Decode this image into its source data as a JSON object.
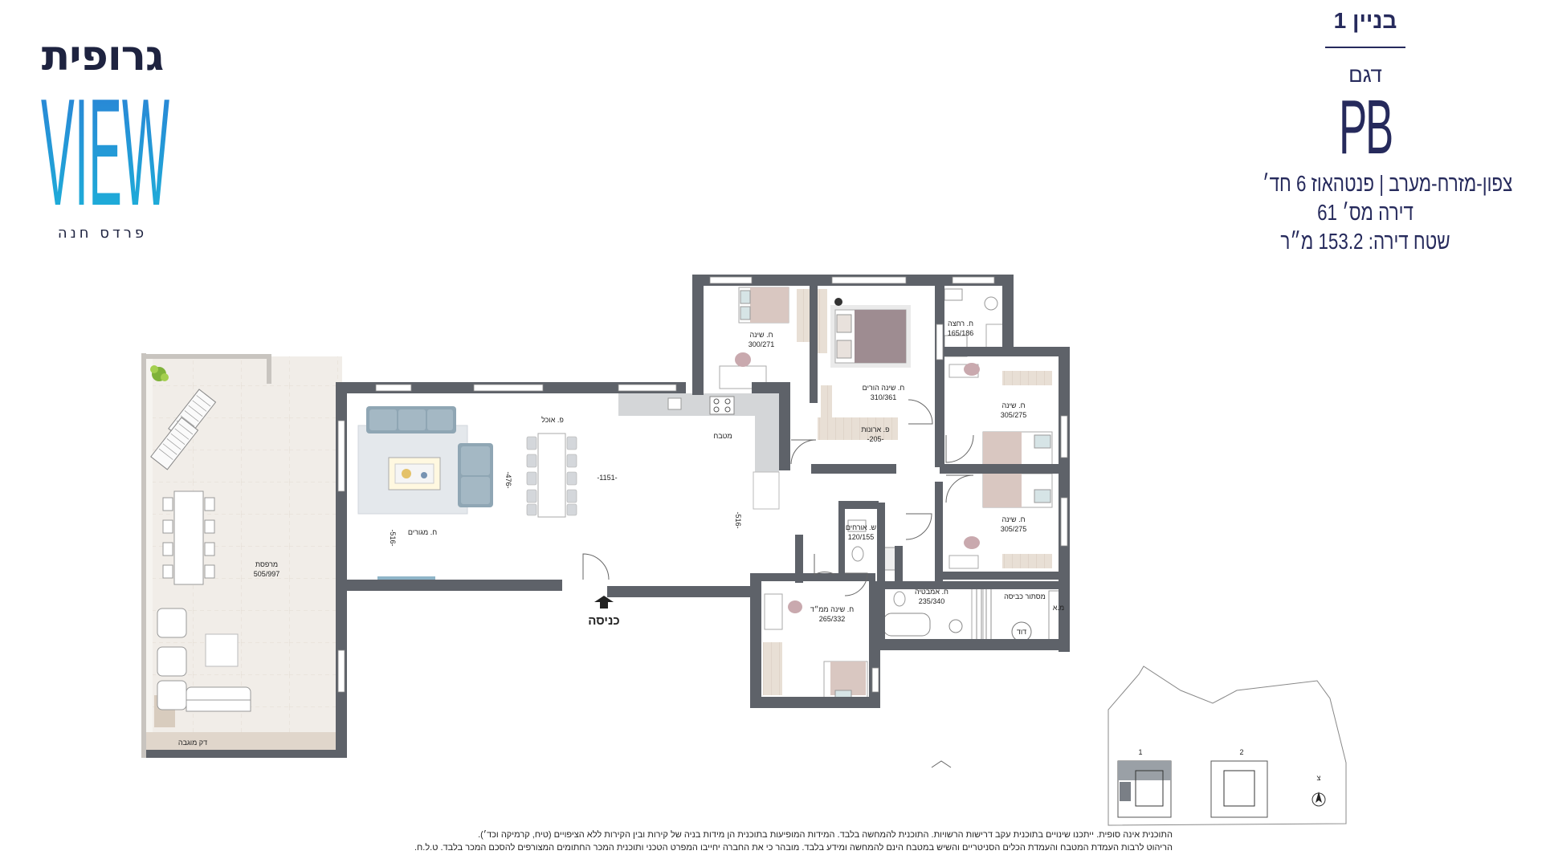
{
  "logo": {
    "brand_he": "גרופית",
    "brand_en": "VIEW",
    "subtitle": "פרדס חנה",
    "brand_gradient": [
      "#1bb5d8",
      "#2c7fd6"
    ]
  },
  "header": {
    "building": "בניין 1",
    "model_label": "דגם",
    "model_code": "PB",
    "direction": "צפון-מזרח-מערב | פנטהאוז 6 חד׳",
    "apartment": "דירה מס׳ 61",
    "area": "שטח דירה: 153.2 מ״ר",
    "color": "#262a5c"
  },
  "rooms": {
    "bed1": {
      "name": "ח. שינה",
      "dim": "300/271"
    },
    "master": {
      "name": "ח. שינה הורים",
      "dim": "310/361"
    },
    "bath1": {
      "name": "ח. רחצה",
      "dim": "165/186"
    },
    "wardrobe": {
      "name": "פ. ארונות",
      "dim": "-205-"
    },
    "bed2": {
      "name": "ח. שינה",
      "dim": "305/275"
    },
    "bed3": {
      "name": "ח. שינה",
      "dim": "305/275"
    },
    "guest_wc": {
      "name": "ש. אורחים",
      "dim": "120/155"
    },
    "bath2": {
      "name": "ח. אמבטיה",
      "dim": "235/340"
    },
    "storage": {
      "name": "מסתור כביסה",
      "dim": ""
    },
    "mamad": {
      "name": "ח. שינה ממ״ד",
      "dim": "265/332"
    },
    "dining": {
      "name": "פ. אוכל"
    },
    "kitchen": {
      "name": "מטבח"
    },
    "living": {
      "name": "ח. מגורים"
    },
    "terrace": {
      "name": "מרפסת",
      "dim": "505/997"
    },
    "deck": {
      "name": "דק מוגבה"
    }
  },
  "dimensions": {
    "width_main": "-1151-",
    "height_left": "-516-",
    "height_mid": "-476-",
    "height_right": "-516-"
  },
  "labels": {
    "entry": "כניסה",
    "heater": "דוד",
    "ma": "מ.א"
  },
  "keyplan": {
    "bldg1": "1",
    "bldg2": "2",
    "north": "צ"
  },
  "footer": {
    "line1": "התוכנית אינה סופית. ייתכנו שינויים בתוכנית עקב דרישות הרשויות. התוכנית להמחשה בלבד. המידות המופיעות בתוכנית הן מידות בניה של קירות ובין הקירות ללא הציפויים (טיח, קרמיקה וכד׳).",
    "line2": "הריהוט לרבות העמדת המטבח והעמדת הכלים הסניטריים והשיש במטבח הינם להמחשה ומידע בלבד. מובהר כי את החברה יחייבו המפרט הטכני ותוכנית המכר החתומים המצורפים להסכם המכר בלבד. ט.ל.ח."
  },
  "colors": {
    "wall": "#5e6269",
    "sofa": "#8fa6b4",
    "rug": "#e4e8ec",
    "terrace_floor": "#efebe6",
    "wood": "#e7ddd2"
  }
}
